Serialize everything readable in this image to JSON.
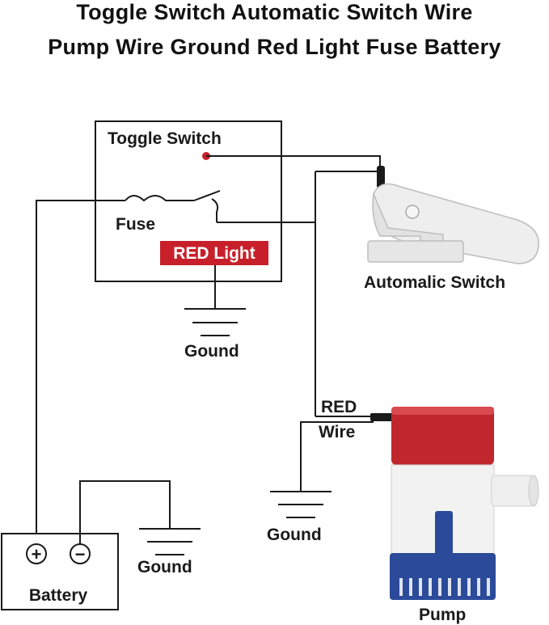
{
  "header": {
    "line1": "Toggle Switch Automatic Switch Wire",
    "line2": "Pump Wire Ground Red Light Fuse Battery"
  },
  "labels": {
    "toggle_switch": "Toggle Switch",
    "fuse": "Fuse",
    "red_light": "RED Light",
    "ground_1": "Gound",
    "automatic_switch": "Automalic Switch",
    "red_wire_line1": "RED",
    "red_wire_line2": "Wire",
    "ground_2": "Gound",
    "ground_3": "Gound",
    "battery": "Battery",
    "battery_plus": "+",
    "battery_minus": "−",
    "pump": "Pump"
  },
  "colors": {
    "wire": "#1a1a1a",
    "red_light_bg": "#c8202a",
    "indicator_dot": "#c8202a",
    "pump_red": "#c0262c",
    "pump_white": "#f2f2f2",
    "pump_blue": "#2b4a9a",
    "switch_body": "#eeeeee"
  },
  "icons": {
    "battery": "battery-icon",
    "pump": "bilge-pump-icon",
    "float_switch": "float-switch-icon",
    "ground": "ground-symbol-icon"
  }
}
